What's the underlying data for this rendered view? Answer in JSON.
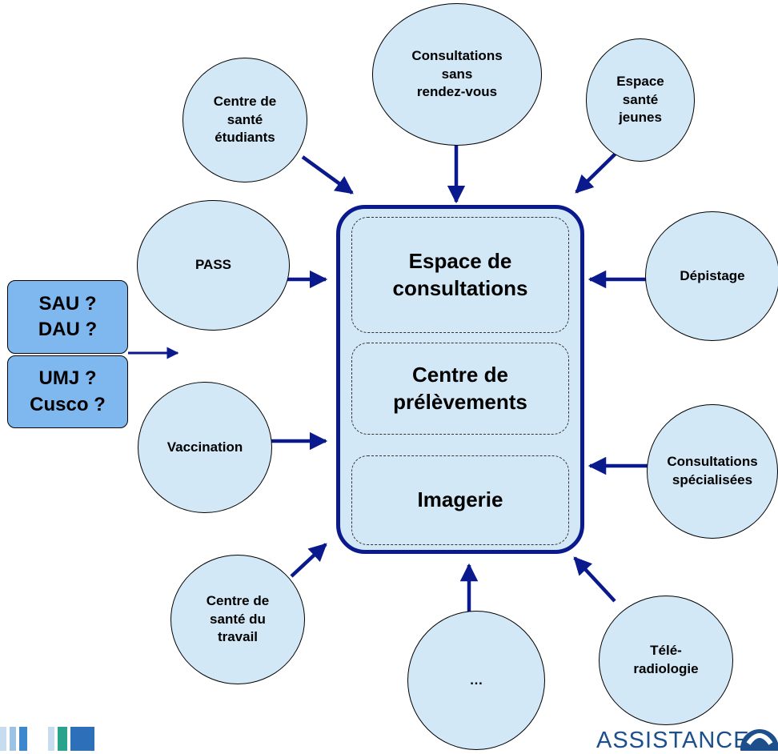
{
  "hub": {
    "items": [
      "Espace de\nconsultations",
      "Centre de\nprélèvements",
      "Imagerie"
    ]
  },
  "satellites": [
    {
      "id": "centre-sante-etudiants",
      "label": "Centre de\nsanté\nétudiants"
    },
    {
      "id": "consultations-sans-rdv",
      "label": "Consultations\nsans\nrendez-vous"
    },
    {
      "id": "espace-sante-jeunes",
      "label": "Espace\nsanté\njeunes"
    },
    {
      "id": "pass",
      "label": "PASS"
    },
    {
      "id": "depistage",
      "label": "Dépistage"
    },
    {
      "id": "vaccination",
      "label": "Vaccination"
    },
    {
      "id": "consultations-specialisees",
      "label": "Consultations\nspécialisées"
    },
    {
      "id": "centre-sante-travail",
      "label": "Centre de\nsanté du\ntravail"
    },
    {
      "id": "ellipsis",
      "label": "…"
    },
    {
      "id": "teleradiologie",
      "label": "Télé-\nradiologie"
    }
  ],
  "side_boxes": [
    {
      "id": "sau-dau",
      "label": "SAU ?\nDAU ?"
    },
    {
      "id": "umj-cusco",
      "label": "UMJ ?\nCusco ?"
    }
  ],
  "logo": {
    "text": "ASSISTANCE"
  },
  "colors": {
    "circle_fill": "#d3e8f7",
    "hub_border": "#0a1a8c",
    "arrow": "#0a1a8c",
    "side_box_fill": "#7fb7ef"
  }
}
